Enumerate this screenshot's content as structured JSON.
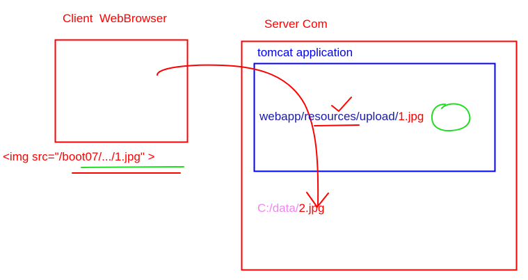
{
  "client": {
    "title": "Client  WebBrowser",
    "img_tag": {
      "prefix": "<img src=\"/",
      "path_highlight": "boot07/.../1.jpg",
      "suffix": "\" >"
    }
  },
  "server": {
    "title": "Server Com",
    "tomcat": {
      "title": "tomcat application",
      "path": {
        "part1": "webapp/",
        "part2": "resources",
        "part3": "/upload/",
        "part4": "1.jpg"
      }
    },
    "data_path": {
      "part1": "C:/data/",
      "part2": "2.jpg"
    }
  },
  "colors": {
    "red": "#ff0000",
    "blue": "#0000ff",
    "green": "#22dd22",
    "pink": "#ee88ee",
    "text_blue": "#1a1aaa"
  }
}
